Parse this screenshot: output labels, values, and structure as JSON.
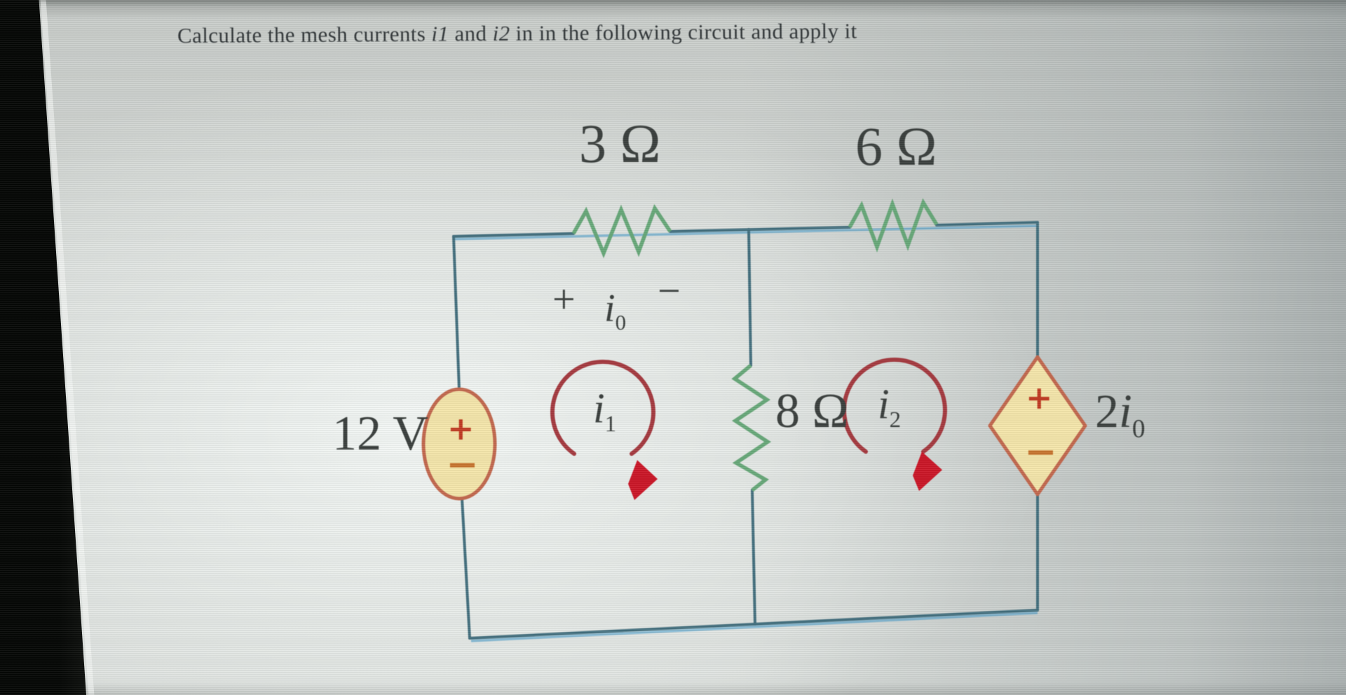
{
  "title": {
    "part1": "Calculate the mesh currents ",
    "current1": "i1",
    "part2": " and ",
    "current2": "i2",
    "part3": " in in the following circuit and apply it"
  },
  "circuit": {
    "resistors": {
      "top_left": "3 Ω",
      "top_right": "6 Ω",
      "middle": "8 Ω"
    },
    "voltage_source": {
      "label": "12 V",
      "plus": "+",
      "minus": "−"
    },
    "dependent_source": {
      "coefficient": "2",
      "base": "i",
      "sub": "0",
      "plus": "+",
      "minus": "−"
    },
    "branch_current": {
      "plus": "+",
      "base": "i",
      "sub": "0",
      "minus": "−"
    },
    "mesh1": {
      "base": "i",
      "sub": "1"
    },
    "mesh2": {
      "base": "i",
      "sub": "2"
    },
    "colors": {
      "wire": "#44707f",
      "wire_highlight": "#3e97c9",
      "resistor": "#68a97a",
      "source_fill": "#f5e7ab",
      "source_stroke": "#c4694f",
      "mesh_arrow": "#a63a40",
      "arrow_head": "#cc1728"
    }
  }
}
